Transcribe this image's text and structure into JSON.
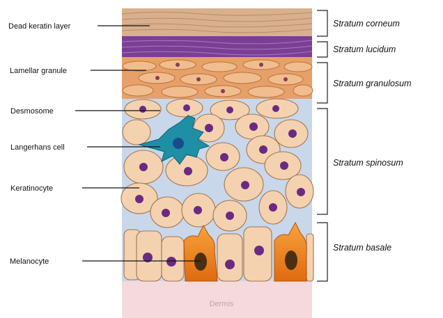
{
  "left_labels": {
    "dead_keratin_layer": "Dead keratin layer",
    "lamellar_granule": "Lamellar granule",
    "desmosome": "Desmosome",
    "langerhans_cell": "Langerhans cell",
    "keratinocyte": "Keratinocyte",
    "melanocyte": "Melanocyte"
  },
  "right_labels": {
    "stratum_corneum": "Stratum corneum",
    "stratum_lucidum": "Stratum lucidum",
    "stratum_granulosum": "Stratum granulosum",
    "stratum_spinosum": "Stratum spinosum",
    "stratum_basale": "Stratum basale"
  },
  "base_label": "Dermis",
  "colors": {
    "corneum": "#d9b08e",
    "lucidum": "#7a3f95",
    "granulosum": "#e7a06a",
    "cell_fill": "#f4d2b0",
    "cell_stroke": "#a4754f",
    "nucleus": "#6b2a82",
    "langerhans": "#1f8fa6",
    "melanocyte": "#f07f1e",
    "dermis": "#f5d9dc",
    "intercellular": "#c9d7ea"
  }
}
